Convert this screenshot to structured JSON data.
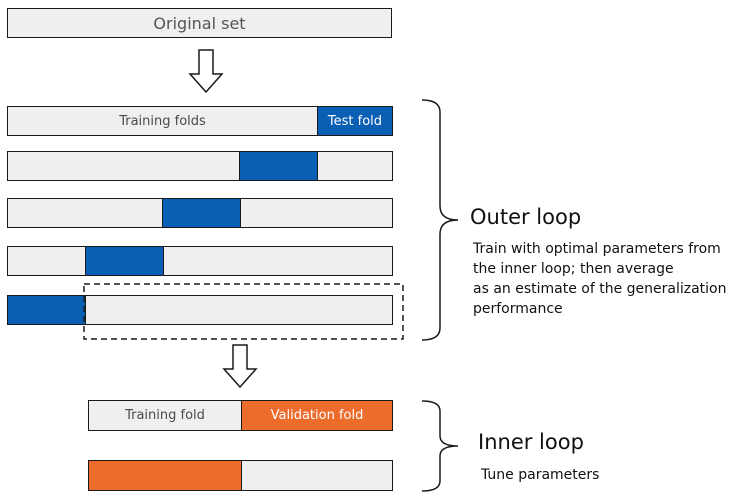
{
  "original_set": "Original set",
  "outer": {
    "training_folds": "Training folds",
    "test_fold": "Test fold",
    "title": "Outer loop",
    "description": [
      "Train with optimal parameters from",
      "the inner loop; then average",
      "as an estimate of the generalization",
      "performance"
    ]
  },
  "inner": {
    "training_fold": "Training fold",
    "validation_fold": "Validation fold",
    "title": "Inner loop",
    "description": "Tune parameters"
  },
  "colors": {
    "test_fold": "#0a5fb4",
    "validation_fold": "#ec6c2c",
    "neutral": "#efefef"
  }
}
